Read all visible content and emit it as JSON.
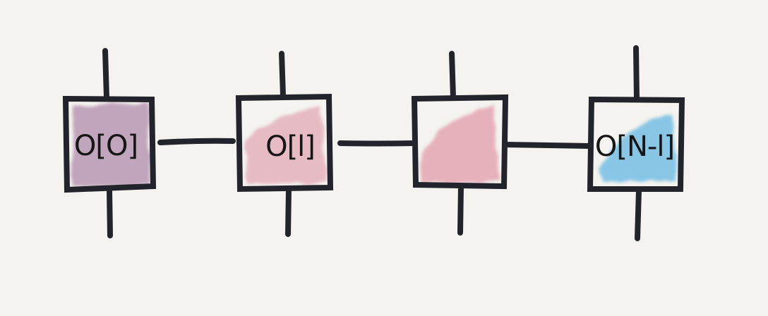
{
  "colors": {
    "background": "#f4f3ef",
    "ink": "#23242b",
    "tensor0_fill": "#b592b0",
    "tensor1_fill": "#e3a9b6",
    "tensor2_fill": "#e39fac",
    "tensor3_fill": "#72bde4"
  },
  "tensors": [
    {
      "label": "O[O]"
    },
    {
      "label": "O[l]"
    },
    {
      "label": ""
    },
    {
      "label": "O[N-l]"
    }
  ]
}
